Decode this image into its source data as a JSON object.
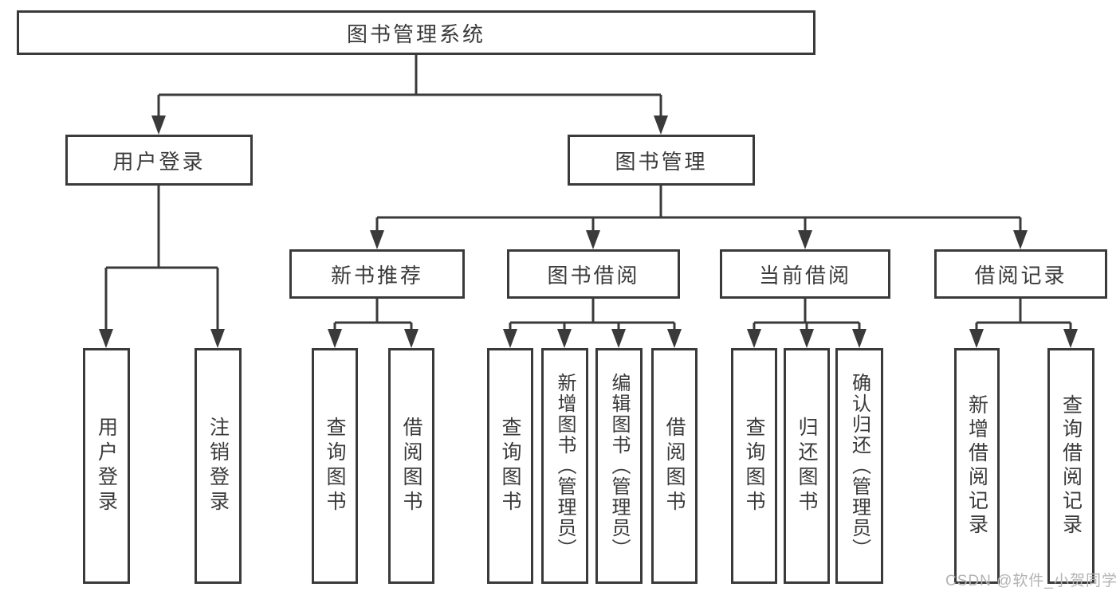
{
  "colors": {
    "line": "#3a3a3a",
    "text": "#3a3a3a",
    "watermark": "#b3b3b3",
    "background": "#ffffff"
  },
  "watermark": {
    "text": "CSDN @软件_小贺同学"
  },
  "tree": {
    "root": {
      "label": "图书管理系统"
    },
    "branches": [
      {
        "label": "用户登录",
        "children": [
          {
            "label": "用户登录"
          },
          {
            "label": "注销登录"
          }
        ]
      },
      {
        "label": "图书管理",
        "children": [
          {
            "label": "新书推荐",
            "children": [
              {
                "label": "查询图书"
              },
              {
                "label": "借阅图书"
              }
            ]
          },
          {
            "label": "图书借阅",
            "children": [
              {
                "label": "查询图书"
              },
              {
                "label": "新增图书（管理员）"
              },
              {
                "label": "编辑图书（管理员）"
              },
              {
                "label": "借阅图书"
              }
            ]
          },
          {
            "label": "当前借阅",
            "children": [
              {
                "label": "查询图书"
              },
              {
                "label": "归还图书"
              },
              {
                "label": "确认归还（管理员）"
              }
            ]
          },
          {
            "label": "借阅记录",
            "children": [
              {
                "label": "新增借阅记录"
              },
              {
                "label": "查询借阅记录"
              }
            ]
          }
        ]
      }
    ]
  }
}
